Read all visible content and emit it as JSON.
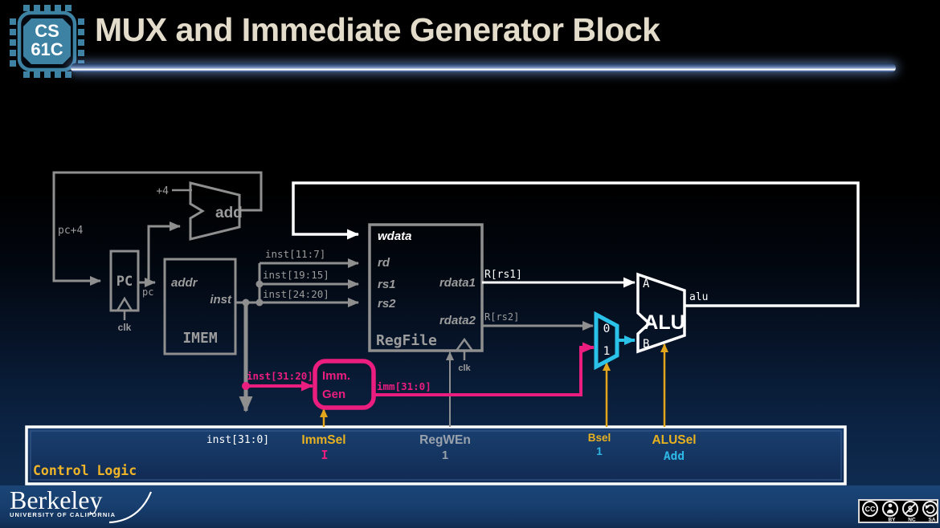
{
  "slide": {
    "logo": {
      "line1": "CS",
      "line2": "61C"
    },
    "title": "MUX and Immediate Generator Block"
  },
  "datapath": {
    "pc": {
      "label": "PC",
      "clk": "clk",
      "out": "pc"
    },
    "adder": {
      "label": "add",
      "input": "+4",
      "loop": "pc+4"
    },
    "imem": {
      "label": "IMEM",
      "addr": "addr",
      "inst": "inst"
    },
    "regfile": {
      "label": "RegFile",
      "wdata": "wdata",
      "rd": "rd",
      "rs1": "rs1",
      "rs2": "rs2",
      "rdata1": "rdata1",
      "rdata2": "rdata2",
      "clk": "clk"
    },
    "immgen": {
      "line1": "Imm.",
      "line2": "Gen"
    },
    "mux": {
      "in0": "0",
      "in1": "1"
    },
    "alu": {
      "label": "ALU",
      "a": "A",
      "b": "B",
      "out": "alu"
    },
    "buses": {
      "inst_11_7": "inst[11:7]",
      "inst_19_15": "inst[19:15]",
      "inst_24_20": "inst[24:20]",
      "inst_31_20": "inst[31:20]",
      "imm_31_0": "imm[31:0]",
      "r_rs1": "R[rs1]",
      "r_rs2": "R[rs2]"
    }
  },
  "control": {
    "title": "Control Logic",
    "inst_bus": "inst[31:0]",
    "signals": [
      {
        "name": "ImmSel",
        "value": "I"
      },
      {
        "name": "RegWEn",
        "value": "1"
      },
      {
        "name": "Bsel",
        "value": "1"
      },
      {
        "name": "ALUSel",
        "value": "Add"
      }
    ]
  },
  "footer": {
    "wordmark": "Berkeley",
    "sub": "UNIVERSITY OF CALIFORNIA",
    "license": {
      "cc": "CC",
      "by": "BY",
      "nc": "NC",
      "sa": "SA"
    }
  },
  "colors": {
    "magenta": "#eb1d7f",
    "cyan": "#2bc2ea",
    "gold": "#e3a51c",
    "wire_gray": "#8f8f8f",
    "panel_navy": "#14356a",
    "title_cream": "#e3dccb",
    "logo_teal": "#3e82a3"
  }
}
